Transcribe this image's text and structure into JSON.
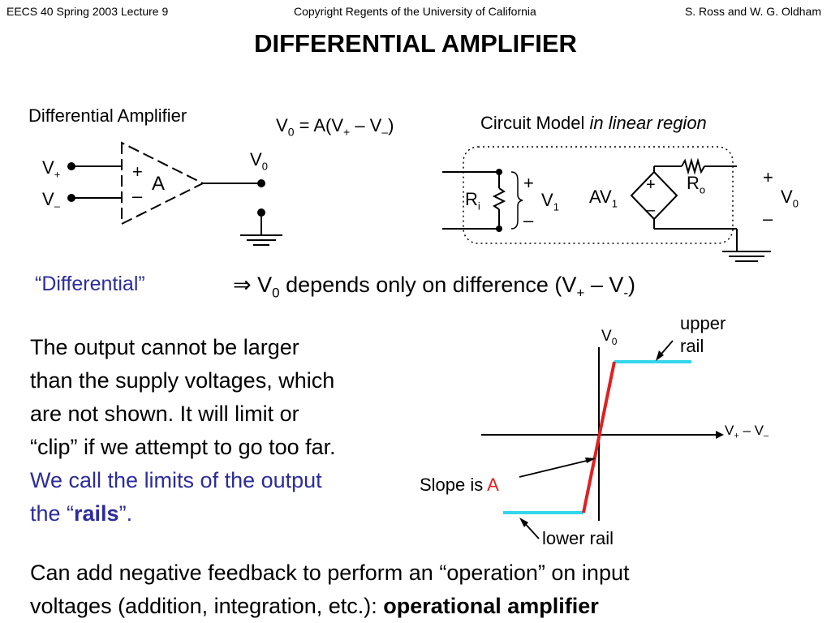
{
  "header": {
    "left": "EECS 40 Spring 2003 Lecture 9",
    "center": "Copyright Regents of the University of California",
    "right": "S. Ross and W. G. Oldham"
  },
  "title": "DIFFERENTIAL AMPLIFIER",
  "diff_amp": {
    "label": "Differential Amplifier",
    "gain": "A",
    "plus": "+",
    "minus": "–",
    "vplus_main": "V",
    "vplus_sub": "+",
    "vminus_main": "V",
    "vminus_sub": "–",
    "vout_main": "V",
    "vout_sub": "0"
  },
  "equation": {
    "lhs_main": "V",
    "lhs_sub": "0",
    "mid": " = A(V",
    "sub_plus": "+",
    "op": " – V",
    "sub_minus": "–",
    "close": ")"
  },
  "circuit_model": {
    "label_regular": "Circuit Model ",
    "label_italic": "in linear region",
    "ri_main": "R",
    "ri_sub": "i",
    "v1_main": "V",
    "v1_sub": "1",
    "av_main": "AV",
    "av_sub": "1",
    "ro_main": "R",
    "ro_sub": "o",
    "vout_main": "V",
    "vout_sub": "0",
    "plus": "+",
    "minus": "–"
  },
  "differential": {
    "quote": "“Differential”",
    "arrow": "⇒",
    "v_main": "V",
    "v_sub": "0",
    "text": " depends only on difference (V",
    "sub_plus": "+",
    "op": " – V",
    "sub_minus": "-",
    "close": ")"
  },
  "paragraph": {
    "line1": "The output cannot be larger",
    "line2": "than the supply voltages, which",
    "line3": "are not shown.  It will limit or",
    "line4": "“clip” if we attempt to go too far.",
    "line5": "We call the limits of the output",
    "line6_pre": "the “",
    "line6_bold": "rails",
    "line6_post": "”."
  },
  "graph": {
    "y_main": "V",
    "y_sub": "0",
    "x_main": "V",
    "x_sub_plus": "+",
    "x_op": " – V",
    "x_sub_minus": "–",
    "upper_rail_1": "upper",
    "upper_rail_2": "rail",
    "lower_rail": "lower rail",
    "slope_text": "Slope is ",
    "slope_value": "A"
  },
  "footer": {
    "line1": "Can add negative feedback to perform an “operation” on input",
    "line2_pre": "voltages (addition, integration, etc.):  ",
    "line2_bold": "operational amplifier"
  },
  "colors": {
    "rail": "#33d6ea",
    "slope": "#e02020",
    "blue_text": "#2c2c9c"
  }
}
